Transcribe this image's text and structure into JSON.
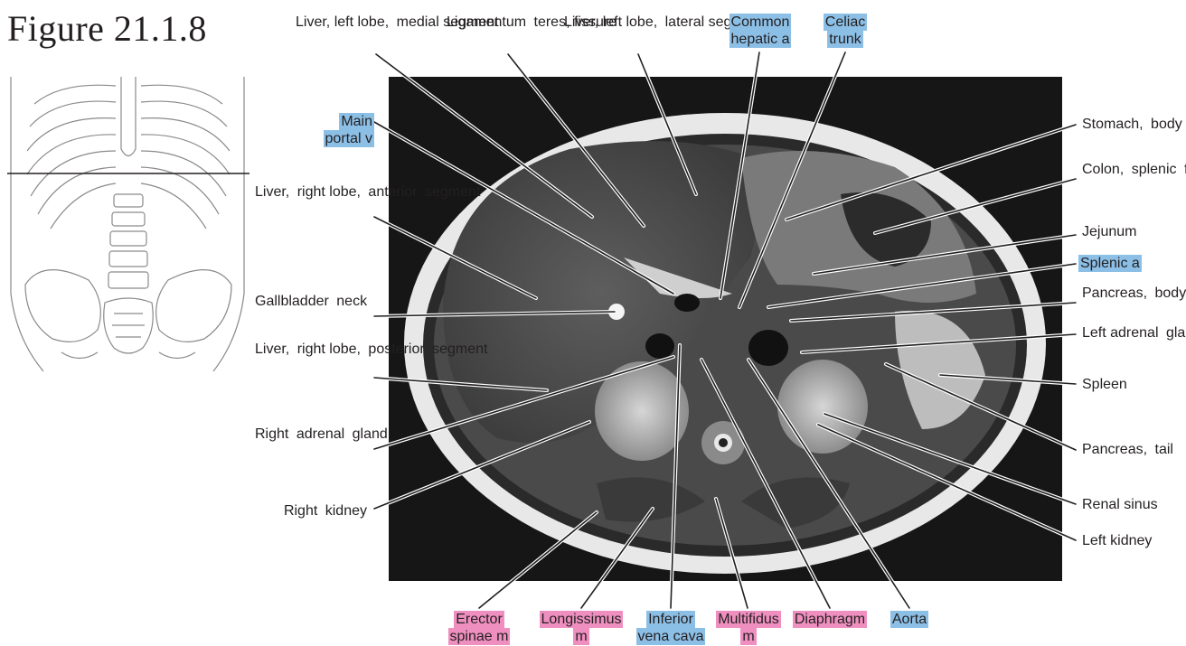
{
  "figure_title": "Figure 21.1.8",
  "colors": {
    "artery_vein_highlight": "#8cbfe6",
    "muscle_highlight": "#ef8fc0",
    "text": "#231f20"
  },
  "labels": {
    "liver_left_medial": [
      "Liver, left lobe,",
      "medial segment"
    ],
    "ligamentum_teres": [
      "Ligamentum",
      "teres, fissure"
    ],
    "liver_left_lateral": [
      "Liver, left lobe,",
      "lateral segment"
    ],
    "common_hepatic": [
      "Common",
      "hepatic a"
    ],
    "celiac_trunk": [
      "Celiac",
      "trunk"
    ],
    "main_portal": [
      "Main",
      "portal v"
    ],
    "liver_right_anterior": [
      "Liver,",
      "right lobe,",
      "anterior",
      "segment"
    ],
    "gallbladder_neck": [
      "Gallbladder",
      "neck"
    ],
    "liver_right_posterior": [
      "Liver,",
      "right lobe,",
      "posterior",
      "segment"
    ],
    "right_adrenal": [
      "Right",
      "adrenal",
      "gland"
    ],
    "right_kidney": [
      "Right",
      "kidney"
    ],
    "stomach_body": [
      "Stomach,",
      "body"
    ],
    "colon_splenic": [
      "Colon,",
      "splenic",
      "flexure"
    ],
    "jejunum": [
      "Jejunum"
    ],
    "splenic_a": [
      "Splenic a"
    ],
    "pancreas_body": [
      "Pancreas,",
      "body"
    ],
    "left_adrenal": [
      "Left adrenal",
      "gland"
    ],
    "spleen": [
      "Spleen"
    ],
    "pancreas_tail": [
      "Pancreas,",
      "tail"
    ],
    "renal_sinus": [
      "Renal sinus"
    ],
    "left_kidney": [
      "Left kidney"
    ],
    "erector_spinae": [
      "Erector",
      "spinae m"
    ],
    "longissimus": [
      "Longissimus",
      "m"
    ],
    "ivc": [
      "Inferior",
      "vena cava"
    ],
    "multifidus": [
      "Multifidus",
      "m"
    ],
    "diaphragm": [
      "Diaphragm"
    ],
    "aorta": [
      "Aorta"
    ]
  }
}
